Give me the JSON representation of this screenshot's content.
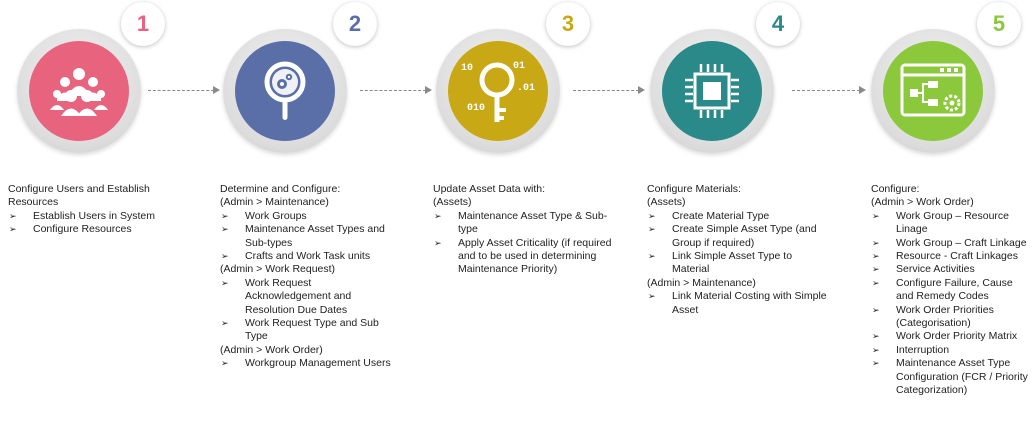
{
  "colors": {
    "step1": "#e8647e",
    "step2": "#5a6fa8",
    "step3": "#c8a815",
    "step4": "#2a8a8a",
    "step5": "#8cc83c",
    "arrow": "#8a8a8a"
  },
  "steps": [
    {
      "number": "1",
      "icon": "people-group-icon",
      "lines": [
        {
          "kind": "text",
          "text": "Configure Users and Establish"
        },
        {
          "kind": "text",
          "text": "Resources"
        },
        {
          "kind": "bullet",
          "text": "Establish Users in System"
        },
        {
          "kind": "bullet",
          "text": "Configure Resources"
        }
      ]
    },
    {
      "number": "2",
      "icon": "magnifier-gears-icon",
      "lines": [
        {
          "kind": "text",
          "text": "Determine and Configure:"
        },
        {
          "kind": "text",
          "text": "(Admin > Maintenance)"
        },
        {
          "kind": "bullet",
          "text": "Work Groups"
        },
        {
          "kind": "bullet",
          "text": "Maintenance Asset Types and Sub-types"
        },
        {
          "kind": "bullet",
          "text": "Crafts and Work Task units"
        },
        {
          "kind": "text",
          "text": "(Admin > Work Request)"
        },
        {
          "kind": "bullet",
          "text": "Work Request Acknowledgement and Resolution Due Dates"
        },
        {
          "kind": "bullet",
          "text": "Work Request Type and Sub Type"
        },
        {
          "kind": "text",
          "text": "(Admin > Work Order)"
        },
        {
          "kind": "bullet",
          "text": "Workgroup Management Users"
        }
      ]
    },
    {
      "number": "3",
      "icon": "key-binary-icon",
      "lines": [
        {
          "kind": "text",
          "text": "Update Asset Data with:"
        },
        {
          "kind": "text",
          "text": "(Assets)"
        },
        {
          "kind": "bullet",
          "text": "Maintenance Asset Type & Sub-type"
        },
        {
          "kind": "bullet",
          "text": "Apply Asset Criticality (if required and to be used in determining Maintenance Priority)"
        }
      ]
    },
    {
      "number": "4",
      "icon": "microchip-icon",
      "lines": [
        {
          "kind": "text",
          "text": "Configure Materials:"
        },
        {
          "kind": "text",
          "text": "(Assets)"
        },
        {
          "kind": "bullet",
          "text": "Create Material Type"
        },
        {
          "kind": "bullet",
          "text": "Create Simple Asset Type (and Group if required)"
        },
        {
          "kind": "bullet",
          "text": "Link Simple Asset Type to Material"
        },
        {
          "kind": "text",
          "text": "(Admin > Maintenance)"
        },
        {
          "kind": "bullet",
          "text": "Link Material Costing with Simple Asset"
        }
      ]
    },
    {
      "number": "5",
      "icon": "workflow-window-icon",
      "lines": [
        {
          "kind": "text",
          "text": "Configure:"
        },
        {
          "kind": "text",
          "text": "(Admin > Work Order)"
        },
        {
          "kind": "bullet",
          "text": "Work Group – Resource Linage"
        },
        {
          "kind": "bullet",
          "text": "Work Group – Craft Linkage"
        },
        {
          "kind": "bullet",
          "text": "Resource - Craft Linkages"
        },
        {
          "kind": "bullet",
          "text": "Service Activities"
        },
        {
          "kind": "bullet",
          "text": "Configure Failure, Cause and Remedy Codes"
        },
        {
          "kind": "bullet",
          "text": "Work Order Priorities (Categorisation)"
        },
        {
          "kind": "bullet",
          "text": "Work Order Priority Matrix"
        },
        {
          "kind": "bullet",
          "text": "Interruption"
        },
        {
          "kind": "bullet",
          "text": "Maintenance Asset Type Configuration (FCR / Priority Categorization)"
        }
      ]
    }
  ]
}
